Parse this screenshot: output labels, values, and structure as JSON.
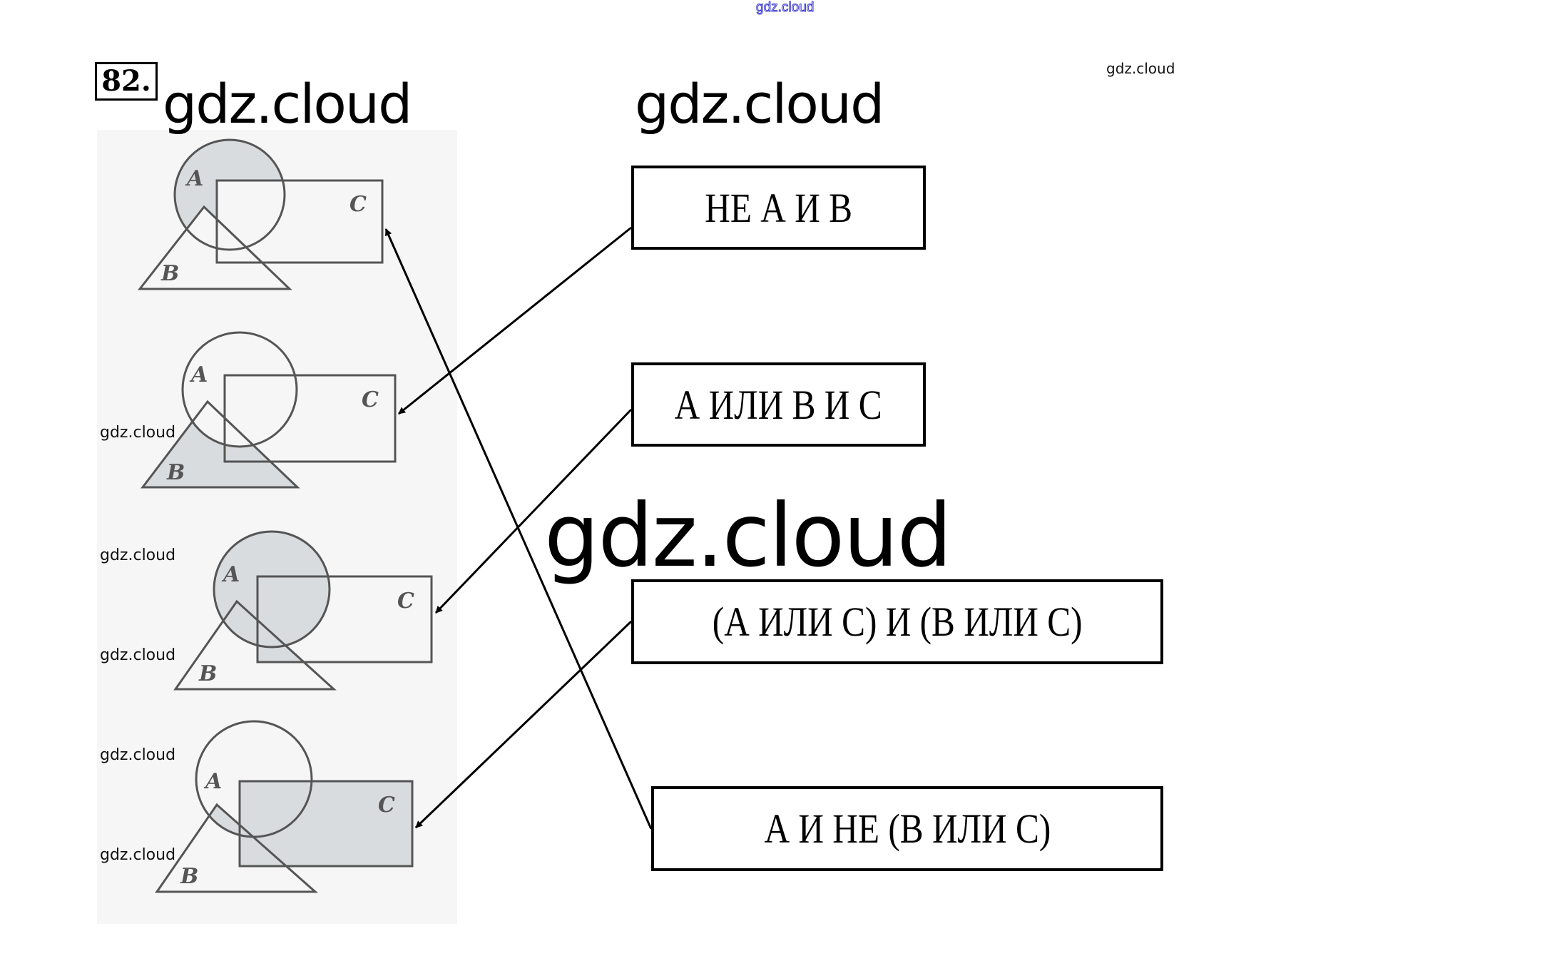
{
  "task": {
    "number": "82."
  },
  "watermarks": {
    "top": "gdz.cloud",
    "top_right": "gdz.cloud",
    "heading_left": "gdz.cloud",
    "heading_right": "gdz.cloud",
    "center_big": "gdz.cloud",
    "side_labels": [
      "gdz.cloud",
      "gdz.cloud",
      "gdz.cloud",
      "gdz.cloud",
      "gdz.cloud"
    ]
  },
  "diagrams": [
    {
      "id": 1,
      "labels": {
        "a": "A",
        "b": "B",
        "c": "C"
      },
      "shaded_region": "A only"
    },
    {
      "id": 2,
      "labels": {
        "a": "A",
        "b": "B",
        "c": "C"
      },
      "shaded_region": "B not A"
    },
    {
      "id": 3,
      "labels": {
        "a": "A",
        "b": "B",
        "c": "C"
      },
      "shaded_region": "A, plus B∩C"
    },
    {
      "id": 4,
      "labels": {
        "a": "A",
        "b": "B",
        "c": "C"
      },
      "shaded_region": "C, plus A∩B"
    }
  ],
  "expressions": [
    {
      "text": "НЕ А И В",
      "points_to_diagram": 2
    },
    {
      "text": "А ИЛИ В И С",
      "points_to_diagram": 3
    },
    {
      "text": "(А ИЛИ С) И (В ИЛИ С)",
      "points_to_diagram": 4
    },
    {
      "text": "А И НЕ (В ИЛИ С)",
      "points_to_diagram": 1
    }
  ],
  "colors": {
    "shade": "#d9dcdf",
    "line": "#555555",
    "arrow": "#000000",
    "watermark_top": "#3a3ad0"
  }
}
